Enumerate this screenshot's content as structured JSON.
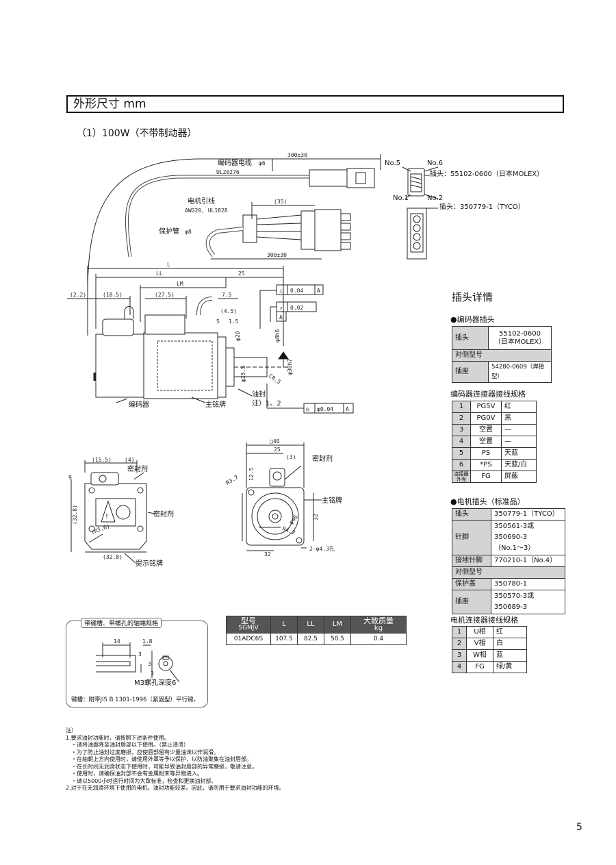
{
  "section_title": "外形尺寸 mm",
  "subtitle": "（1）100W（不带制动器）",
  "drawing_labels": {
    "encoder_cable": "编码器电缆",
    "encoder_cable_dia": "φ6",
    "encoder_cable_spec": "UL20276",
    "motor_lead": "电机引线",
    "motor_lead_spec": "AWG20, UL1828",
    "protect_tube": "保护管",
    "protect_tube_dia": "φ8",
    "dim_300_top": "300±30",
    "dim_35": "(35)",
    "dim_300_mid": "300±30",
    "dim_L": "L",
    "dim_LL": "LL",
    "dim_25": "25",
    "dim_LM": "LM",
    "dim_2_2": "(2.2)",
    "dim_18_5": "(18.5)",
    "dim_27_5": "(27.5)",
    "dim_7_5": "7.5",
    "dim_4_5": "(4.5)",
    "dim_5": "5",
    "dim_1_5": "1.5",
    "dim_phi20": "φ20",
    "dim_phi8": "φ8h6",
    "dim_phi30": "φ30h7",
    "dim_c05": "C0.5",
    "dim_phi25": "φ25.5",
    "tol_perp": "⊥",
    "tol_perp_val": "0.04",
    "tol_perp_ref": "A",
    "tol_run": "↗",
    "tol_run_val": "0.02",
    "tol_run_ref": "A",
    "tol_conc": "◎",
    "tol_conc_val": "φ0.04",
    "tol_conc_ref": "A",
    "encoder": "编码器",
    "nameplate": "主铭牌",
    "oil_seal": "油封",
    "oil_seal_note": "注）1、2",
    "no5": "No.5",
    "no6": "No.6",
    "no1": "No.1",
    "no2": "No.2",
    "enc_plug": "插头：55102-0600（日本MOLEX）",
    "mot_plug": "插头：350779-1（TYCO）",
    "b_dim_15_5": "(15.5)",
    "b_dim_4": "(4)",
    "b_sealant1": "密封剂",
    "b_dim_9": "9",
    "b_dim_32_8v": "(32.8)",
    "b_sealant2": "密封剂",
    "b_r3_6": "(R3.6)",
    "b_dim_32_8h": "(32.8)",
    "b_warn_plate": "提示铭牌",
    "f_dim_40": "□40",
    "f_dim_25": "25",
    "f_dim_3": "(3)",
    "f_sealant": "密封剂",
    "f_r3_7": "R3.7",
    "f_dim_12_5": "12.5",
    "f_nameplate": "主铭牌",
    "f_phi46": "φ46",
    "f_r4_2": "R4.2",
    "f_dim_32v": "32",
    "f_dim_32h": "32",
    "f_holes": "2-φ4.3孔"
  },
  "shaft_box": {
    "title": "带键槽、带螺孔的轴端规格",
    "dim_14": "14",
    "dim_1_8": "1.8",
    "dim_3a": "3",
    "dim_3b": "3",
    "dim_3c": "3",
    "thread": "M3螺孔深度6",
    "keyway_note": "键槽：附带JIS B 1301-1996（紧固型）平行键。"
  },
  "model_table": {
    "headers": [
      "型号\nSGMJV",
      "L",
      "LL",
      "LM",
      "大致质量\nkg"
    ],
    "h1a": "型号",
    "h1b": "SGMJV",
    "h5a": "大致质量",
    "h5b": "kg",
    "row": [
      "01ADC6S",
      "107.5",
      "82.5",
      "50.5",
      "0.4"
    ]
  },
  "plug_details": {
    "title": "插头详情",
    "encoder_plug_title": "●编码器插头",
    "enc_plug_label": "插头",
    "enc_plug_val1": "55102-0600",
    "enc_plug_val2": "（日本MOLEX）",
    "enc_mating": "对侧型号",
    "enc_socket_label": "插座",
    "enc_socket_val": "54280-0609（焊接型）",
    "enc_wiring_title": "编码器连接器接线规格",
    "enc_wiring": [
      [
        "1",
        "PG5V",
        "红"
      ],
      [
        "2",
        "PG0V",
        "黑"
      ],
      [
        "3",
        "空置",
        "—"
      ],
      [
        "4",
        "空置",
        "—"
      ],
      [
        "5",
        "PS",
        "天蓝"
      ],
      [
        "6",
        "*PS",
        "天蓝/白"
      ]
    ],
    "enc_shell_a": "连接器",
    "enc_shell_b": "外壳",
    "enc_shell_sig": "FG",
    "enc_shell_color": "屏蔽",
    "motor_plug_title": "●电机插头（标准品）",
    "mp_plug_label": "插头",
    "mp_plug_val": "350779-1（TYCO）",
    "mp_pin_label": "针脚",
    "mp_pin_val1": "350561-3或",
    "mp_pin_val2": "350690-3",
    "mp_pin_val3": "（No.1～3）",
    "mp_gnd_label": "接地针脚",
    "mp_gnd_val": "770210-1（No.4）",
    "mp_mating": "对侧型号",
    "mp_cap_label": "保护盖",
    "mp_cap_val": "350780-1",
    "mp_socket_label": "插座",
    "mp_socket_val1": "350570-3或",
    "mp_socket_val2": "350689-3",
    "mot_wiring_title": "电机连接器接线规格",
    "mot_wiring": [
      [
        "1",
        "U相",
        "红"
      ],
      [
        "2",
        "V相",
        "白"
      ],
      [
        "3",
        "W相",
        "蓝"
      ],
      [
        "4",
        "FG",
        "绿/黄"
      ]
    ]
  },
  "notes": [
    "注）",
    "1.要求油封功能时，请按照下述条件使用。",
    "・请将油面降至油封唇部以下使用。（禁止浸渍）",
    "・为了防止油封过度磨损，应使唇部留有少量油沫以作润滑。",
    "・在轴朝上方向使用时，请使用外罩等予以保护，以防油聚集在油封唇部。",
    "・在长时间无润滑状态下使用时，可能导致油封唇部的异常磨损，敬请注意。",
    "・使用时，请确保油封部不会有金属粉末等异物进入。",
    "・请以5000小时运行时间为大致标准，检查和更换油封部。",
    "2.对于在无润滑环境下使用的电机，油封功能较差。因此，请勿用于要求油封功能的环境。"
  ],
  "page_number": "5"
}
